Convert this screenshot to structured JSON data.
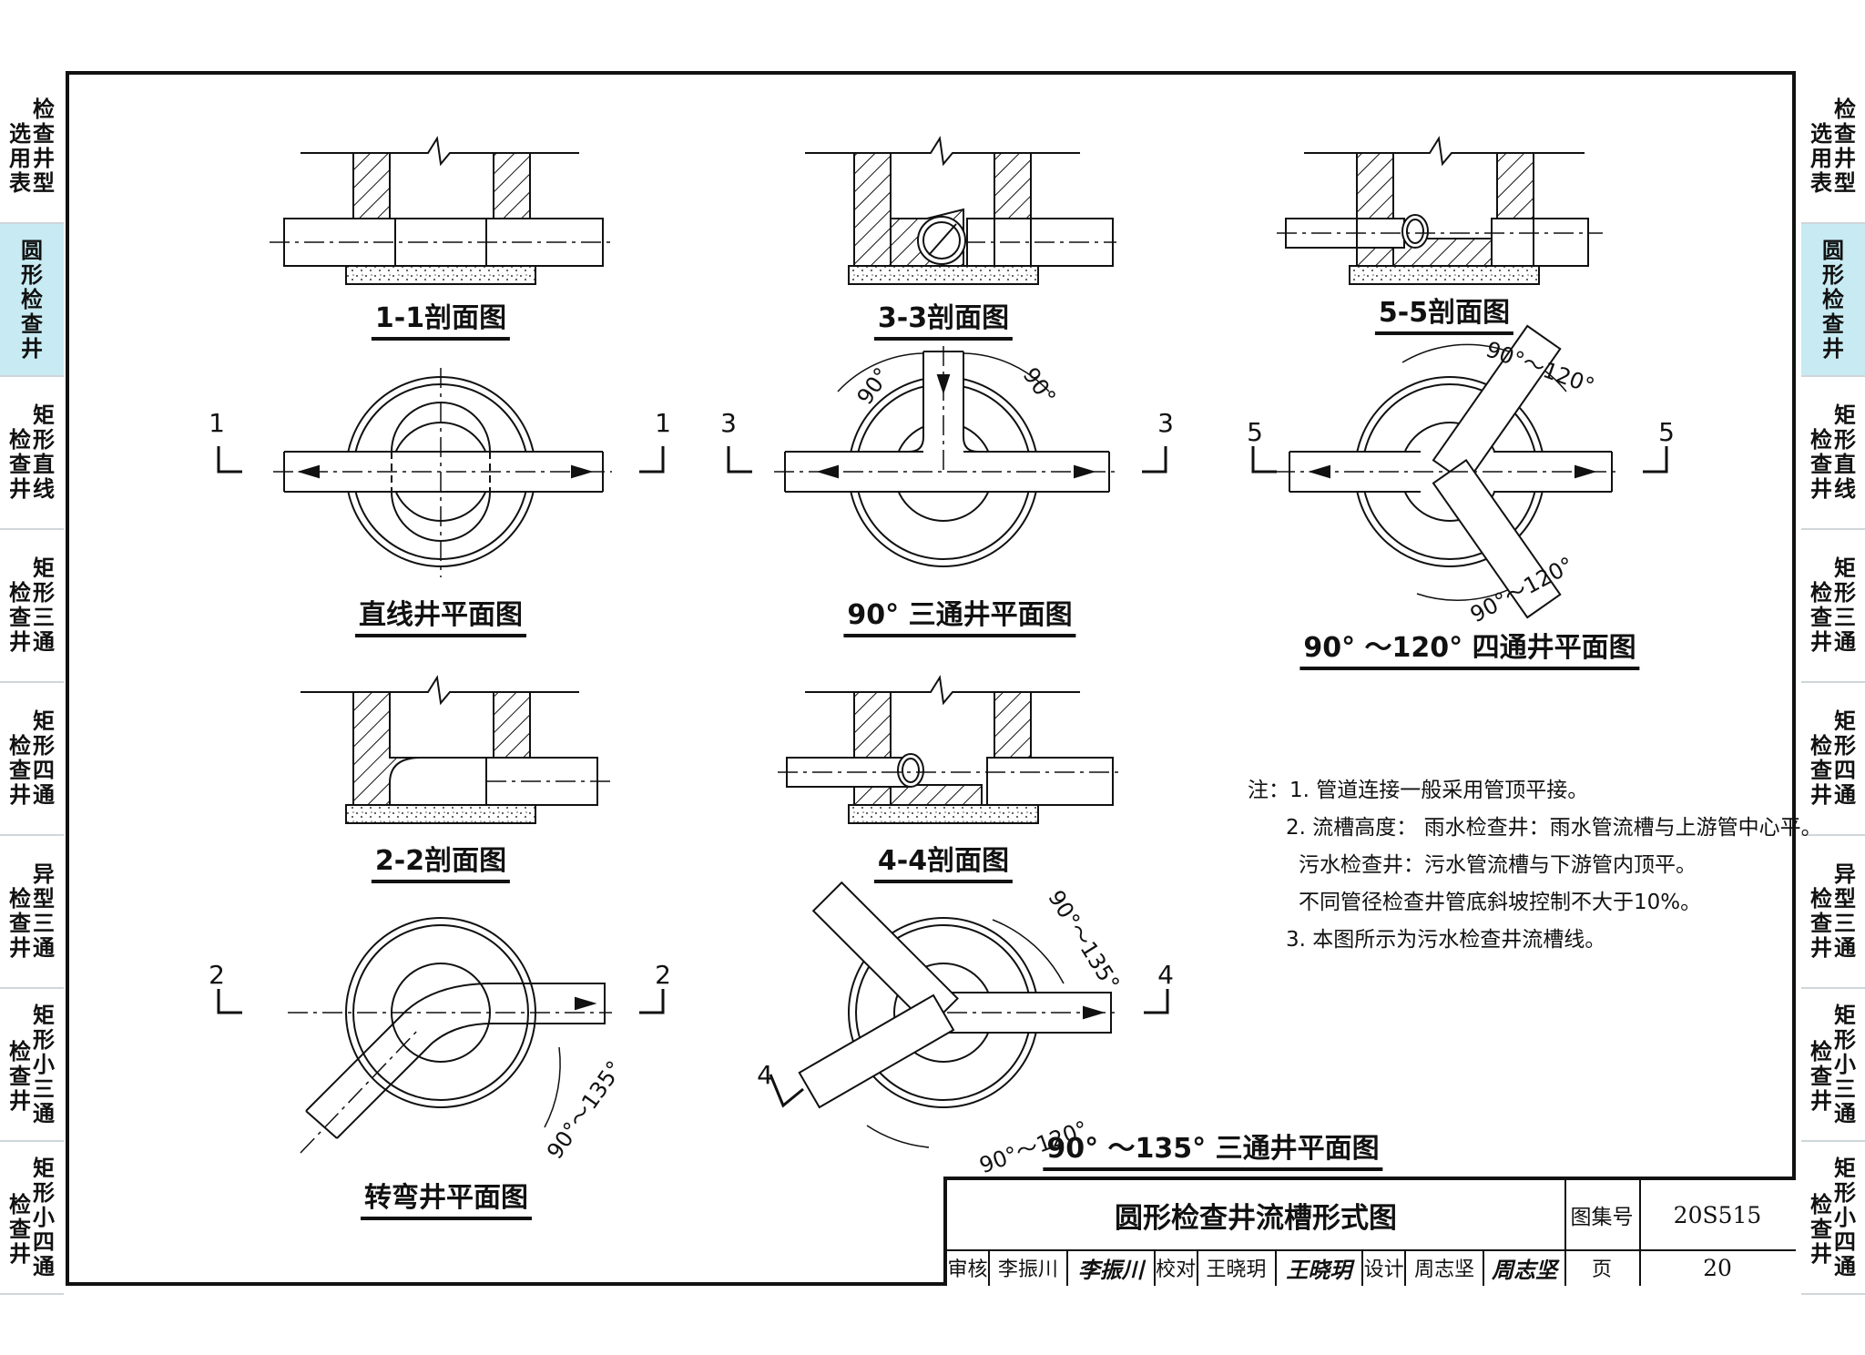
{
  "side_tabs": [
    {
      "lines": [
        "检",
        "查",
        "井",
        "型"
      ],
      "prefix": [
        "选",
        "用",
        "表"
      ],
      "active": false
    },
    {
      "lines": [
        "圆",
        "形",
        "检",
        "查",
        "井"
      ],
      "prefix": [],
      "active": true
    },
    {
      "lines": [
        "矩",
        "形",
        "直",
        "线"
      ],
      "prefix": [
        "检",
        "查",
        "井"
      ],
      "active": false
    },
    {
      "lines": [
        "矩",
        "形",
        "三",
        "通"
      ],
      "prefix": [
        "检",
        "查",
        "井"
      ],
      "active": false
    },
    {
      "lines": [
        "矩",
        "形",
        "四",
        "通"
      ],
      "prefix": [
        "检",
        "查",
        "井"
      ],
      "active": false
    },
    {
      "lines": [
        "异",
        "型",
        "三",
        "通"
      ],
      "prefix": [
        "检",
        "查",
        "井"
      ],
      "active": false
    },
    {
      "lines": [
        "矩",
        "形",
        "小",
        "三",
        "通"
      ],
      "prefix": [
        "检",
        "查",
        "井"
      ],
      "active": false
    },
    {
      "lines": [
        "矩",
        "形",
        "小",
        "四",
        "通"
      ],
      "prefix": [
        "检",
        "查",
        "井"
      ],
      "active": false
    }
  ],
  "views": {
    "s11": "1-1剖面图",
    "s33": "3-3剖面图",
    "s55": "5-5剖面图",
    "s22": "2-2剖面图",
    "s44": "4-4剖面图",
    "p_straight": "直线井平面图",
    "p_tee90": "90° 三通井平面图",
    "p_cross": "90° ～120° 四通井平面图",
    "p_bend": "转弯井平面图",
    "p_tee135": "90° ～135° 三通井平面图"
  },
  "section_marks": {
    "m1": "1",
    "m2": "2",
    "m3": "3",
    "m4": "4",
    "m5": "5"
  },
  "angles": {
    "a90": "90°",
    "a90_120": "90°～120°",
    "a90_135": "90°～135°"
  },
  "notes": [
    "注：1. 管道连接一般采用管顶平接。",
    "2. 流槽高度： 雨水检查井：雨水管流槽与上游管中心平。",
    "污水检查井：污水管流槽与下游管内顶平。",
    "不同管径检查井管底斜坡控制不大于10%。",
    "3. 本图所示为污水检查井流槽线。"
  ],
  "title_block": {
    "title": "圆形检查井流槽形式图",
    "atlas_label": "图集号",
    "atlas_no": "20S515",
    "review_label": "审核",
    "reviewer": "李振川",
    "reviewer_sig": "李振川",
    "check_label": "校对",
    "checker": "王晓玥",
    "checker_sig": "王晓玥",
    "design_label": "设计",
    "designer": "周志坚",
    "designer_sig": "周志坚",
    "page_label": "页",
    "page_no": "20"
  }
}
